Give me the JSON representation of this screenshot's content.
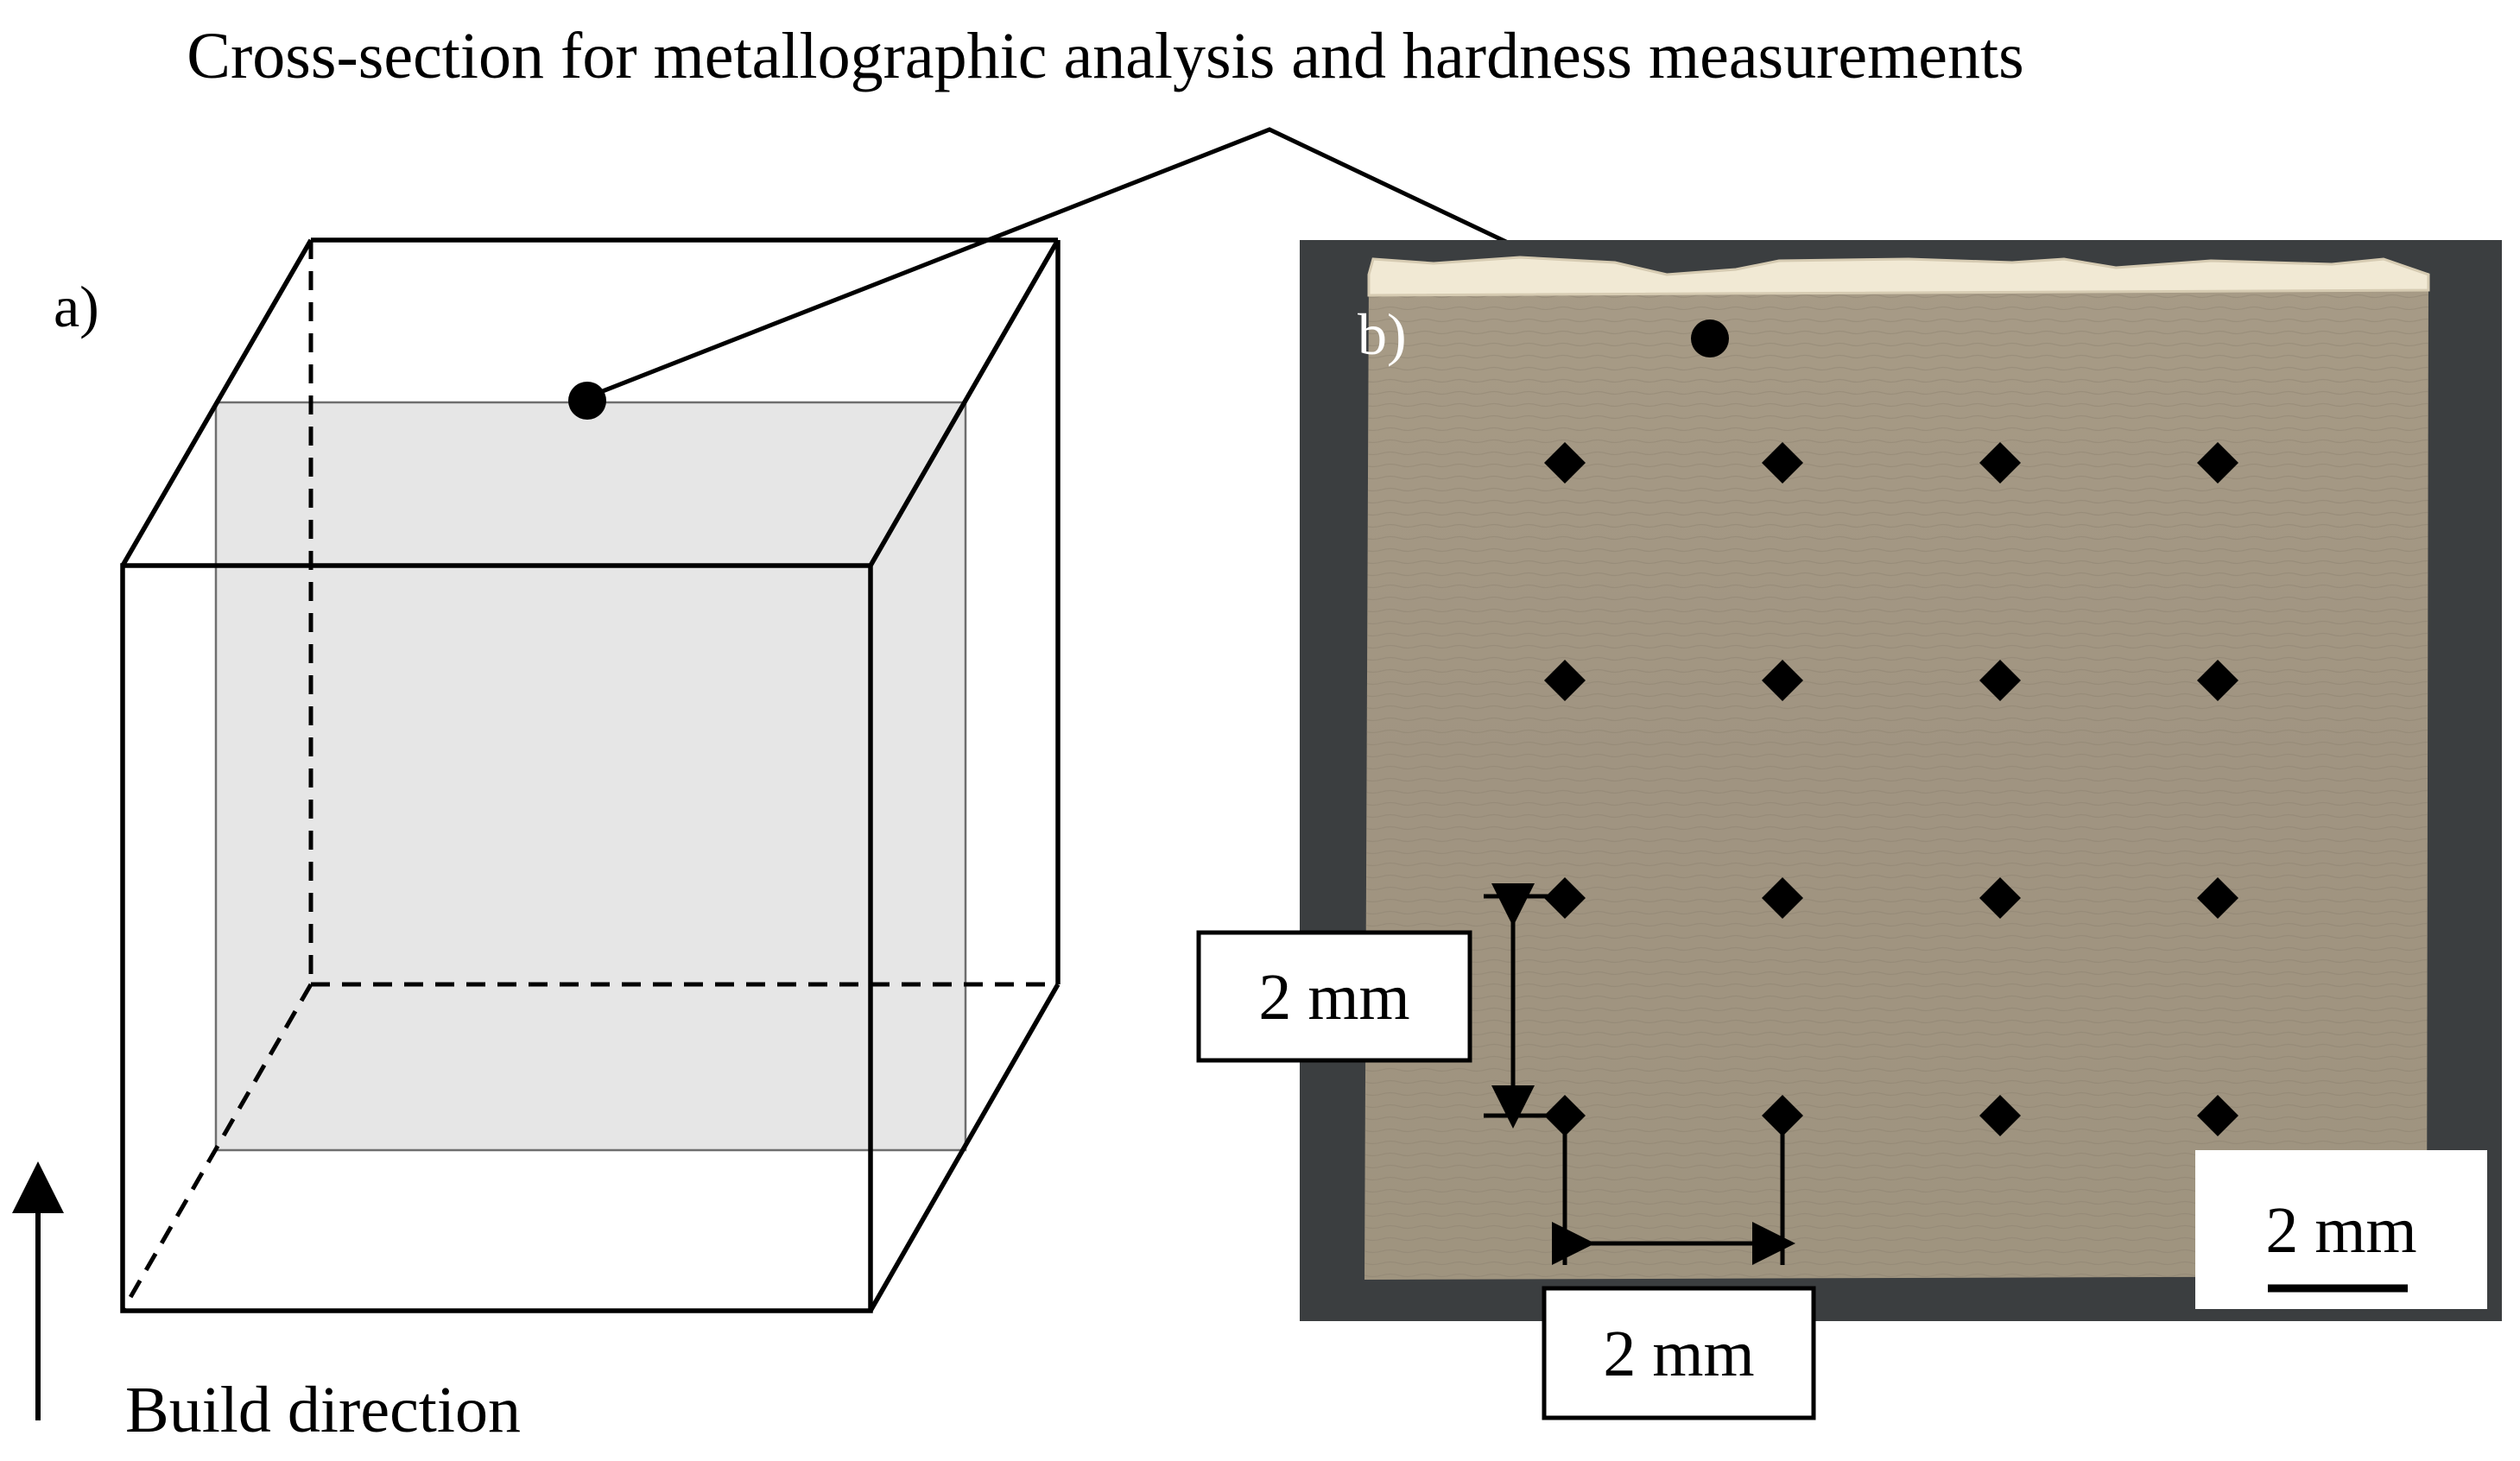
{
  "figure": {
    "caption_top": "Cross-section for metallographic analysis and hardness measurements",
    "panel_a_label": "a)",
    "panel_b_label": "b)",
    "build_direction_label": "Build direction",
    "vertical_spacing_label": "2 mm",
    "horizontal_spacing_label": "2 mm",
    "scale_bar_label": "2 mm"
  },
  "hardness_grid": {
    "rows": 4,
    "columns": 4,
    "spacing_mm": 2
  },
  "colors": {
    "line": "#000000",
    "section_plane": "#e6e6e6",
    "specimen": "#a89c85",
    "mount": "#3a3d3f",
    "top_edge": "#f2ead6"
  }
}
